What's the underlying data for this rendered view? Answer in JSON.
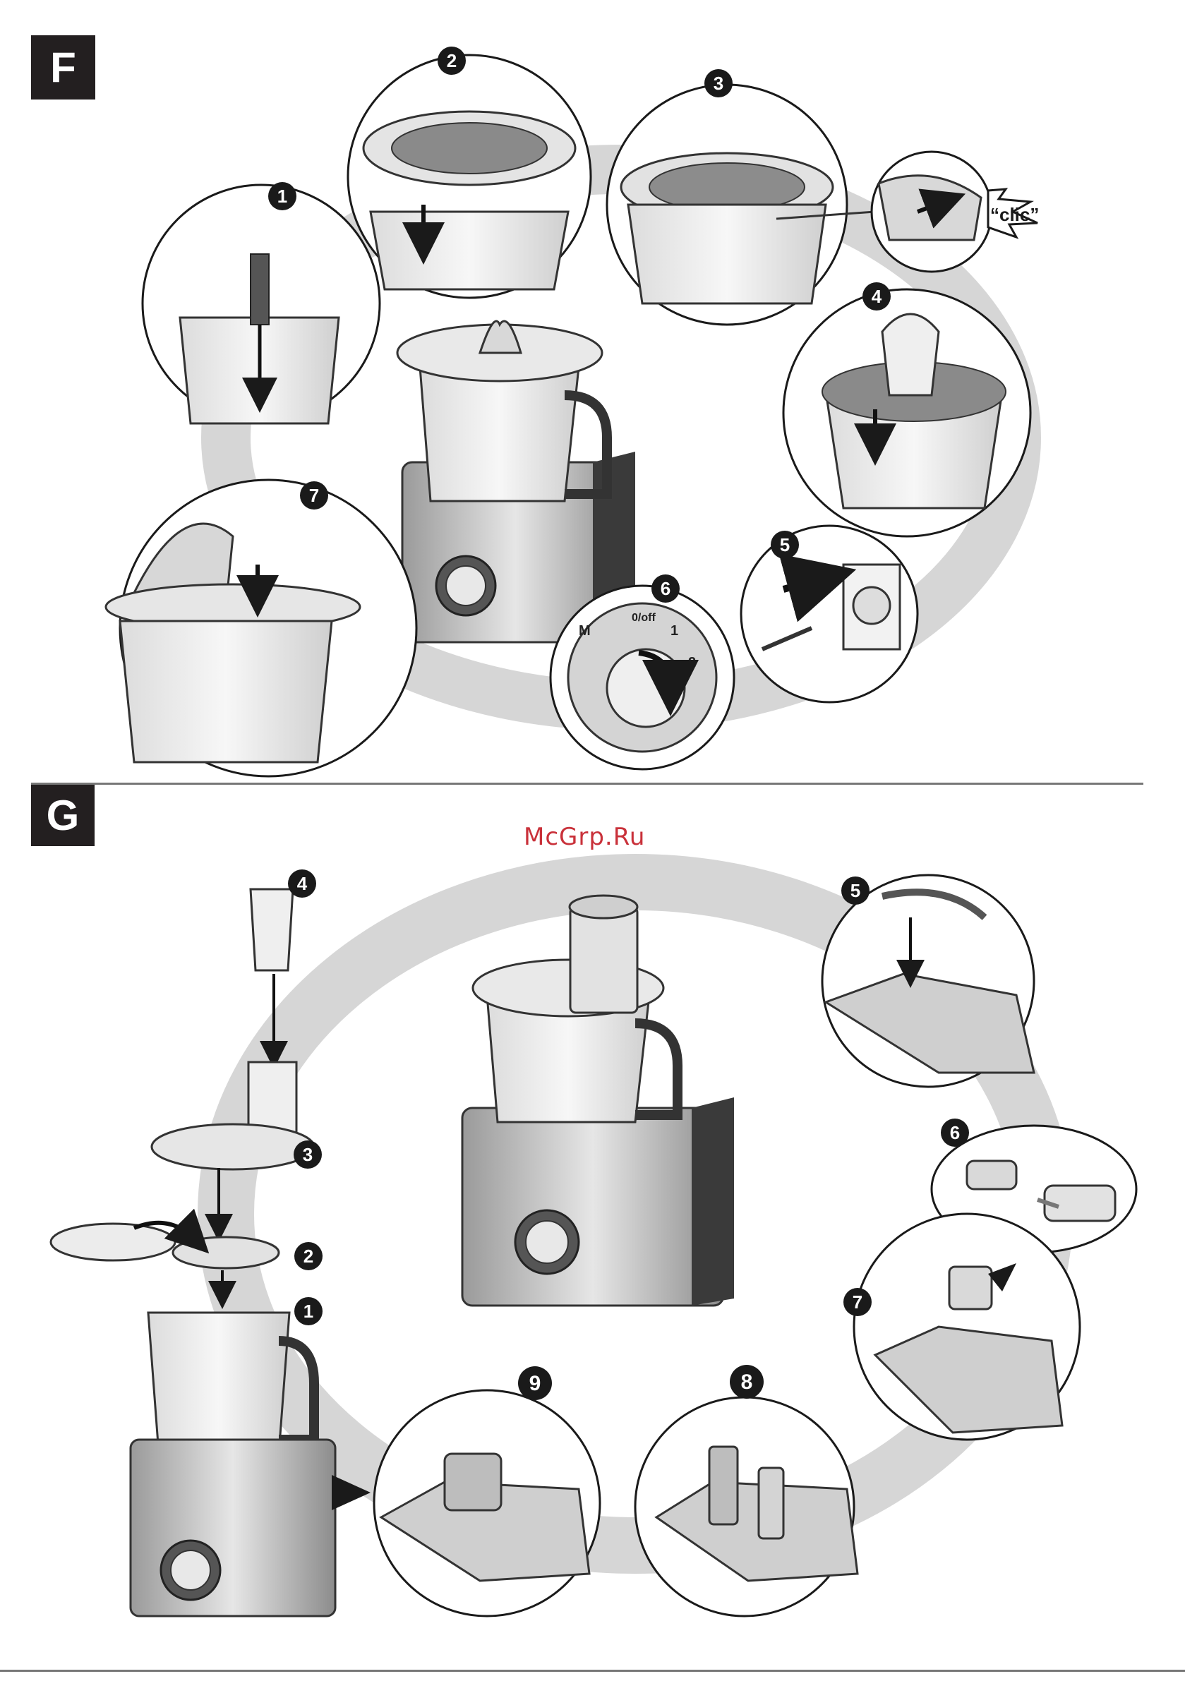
{
  "sections": [
    {
      "label": "F"
    },
    {
      "label": "G"
    }
  ],
  "watermark": "McGrp.Ru",
  "section_f": {
    "steps": [
      "1",
      "2",
      "3",
      "4",
      "5",
      "6",
      "7"
    ],
    "clic_text": "“clic”",
    "dial_labels": {
      "m": "M",
      "off": "0/off",
      "one": "1",
      "two": "2"
    }
  },
  "section_g": {
    "steps": [
      "1",
      "2",
      "3",
      "4",
      "5",
      "6",
      "7",
      "8",
      "9"
    ]
  },
  "colors": {
    "ink": "#231f20",
    "swoosh": "#bdbdbd",
    "watermark": "#c9313a"
  }
}
